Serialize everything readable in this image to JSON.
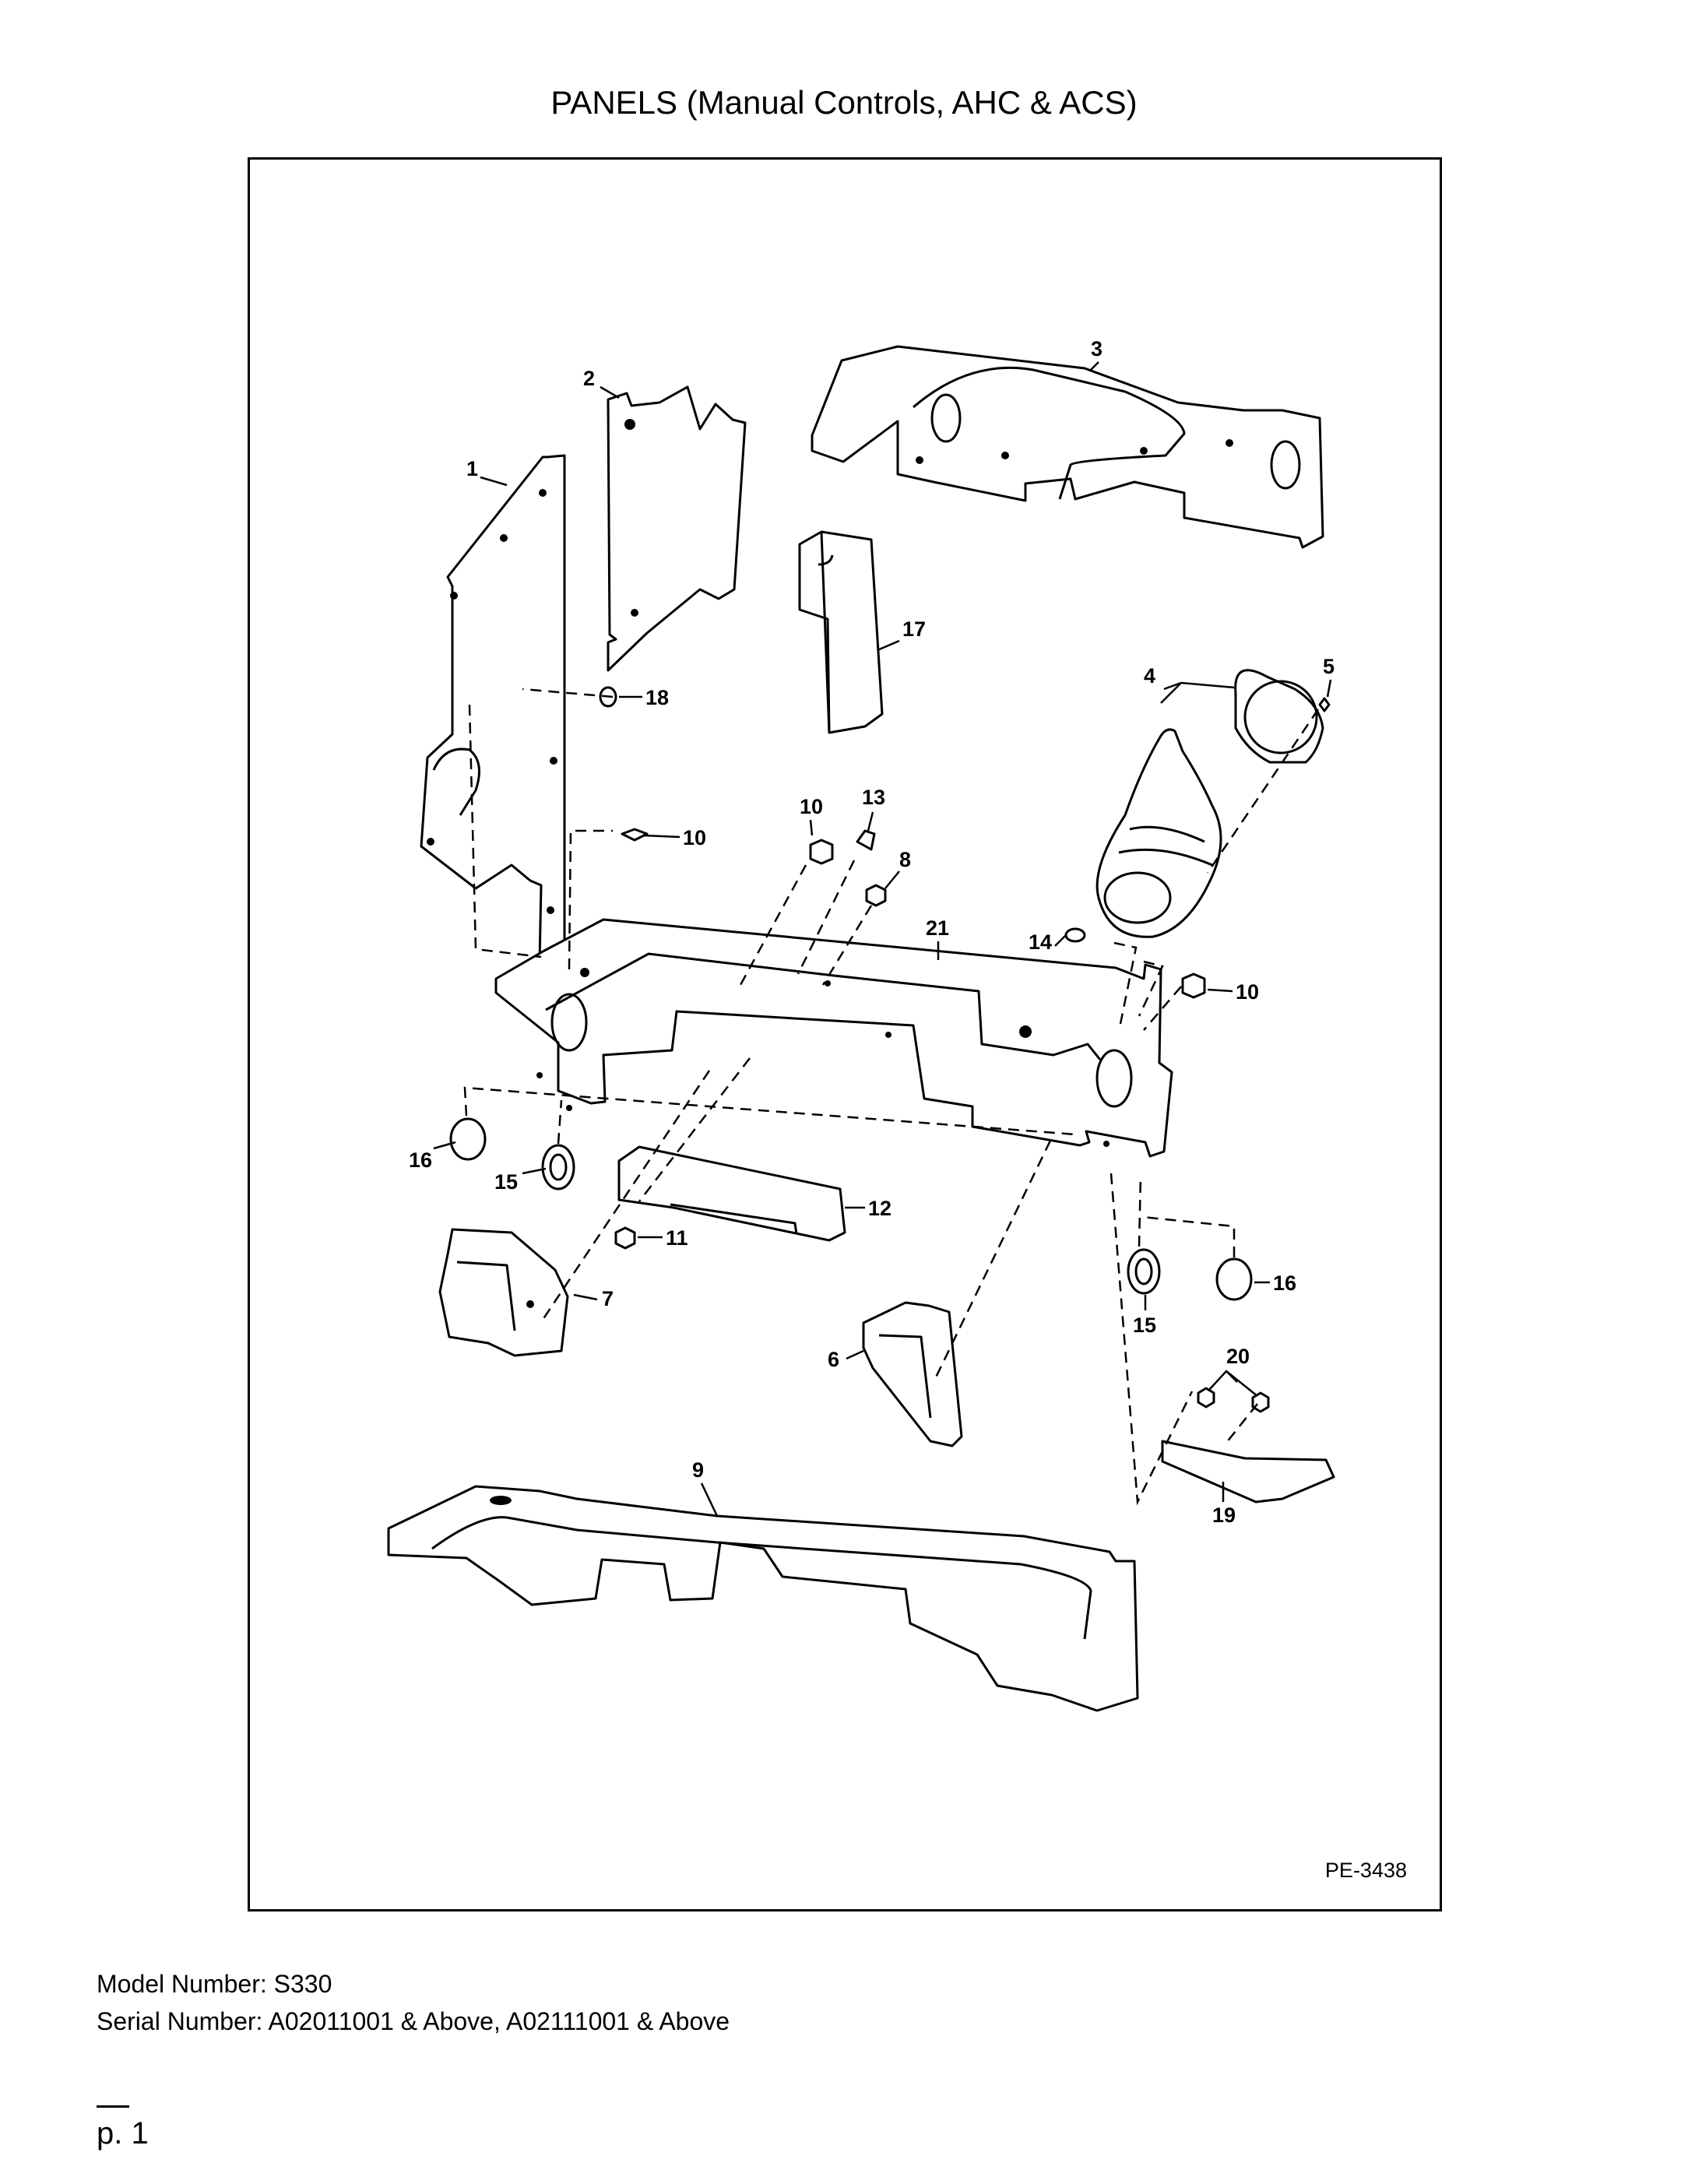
{
  "title": "PANELS (Manual Controls, AHC & ACS)",
  "figure_code": "PE-3438",
  "callouts": [
    "1",
    "2",
    "3",
    "4",
    "5",
    "6",
    "7",
    "8",
    "9",
    "10",
    "10",
    "10",
    "11",
    "12",
    "13",
    "14",
    "15",
    "15",
    "16",
    "16",
    "17",
    "18",
    "19",
    "20",
    "21"
  ],
  "footer": {
    "model_line": "Model Number: S330",
    "serial_line": "Serial Number: A02011001 & Above, A02111001 & Above"
  },
  "page_number": "p. 1"
}
